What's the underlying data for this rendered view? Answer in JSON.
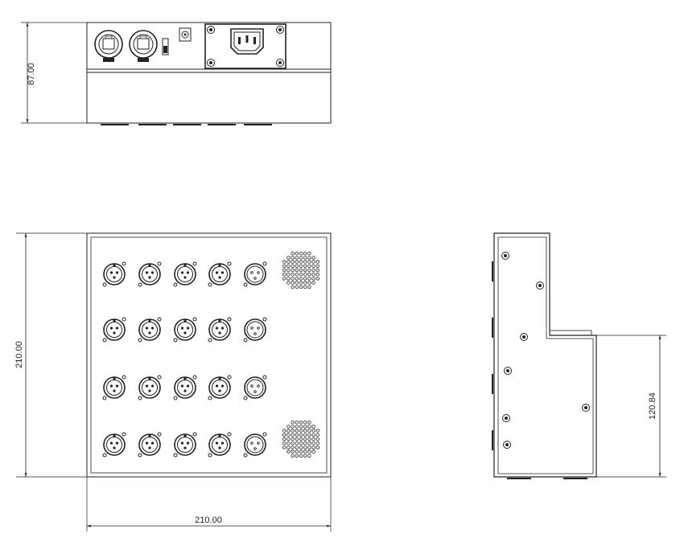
{
  "dimensions": {
    "front_height": "87.00",
    "top_depth": "210.00",
    "top_width": "210.00",
    "side_height": "120.84"
  },
  "top_view": {
    "rows": 4,
    "columns": 5
  }
}
